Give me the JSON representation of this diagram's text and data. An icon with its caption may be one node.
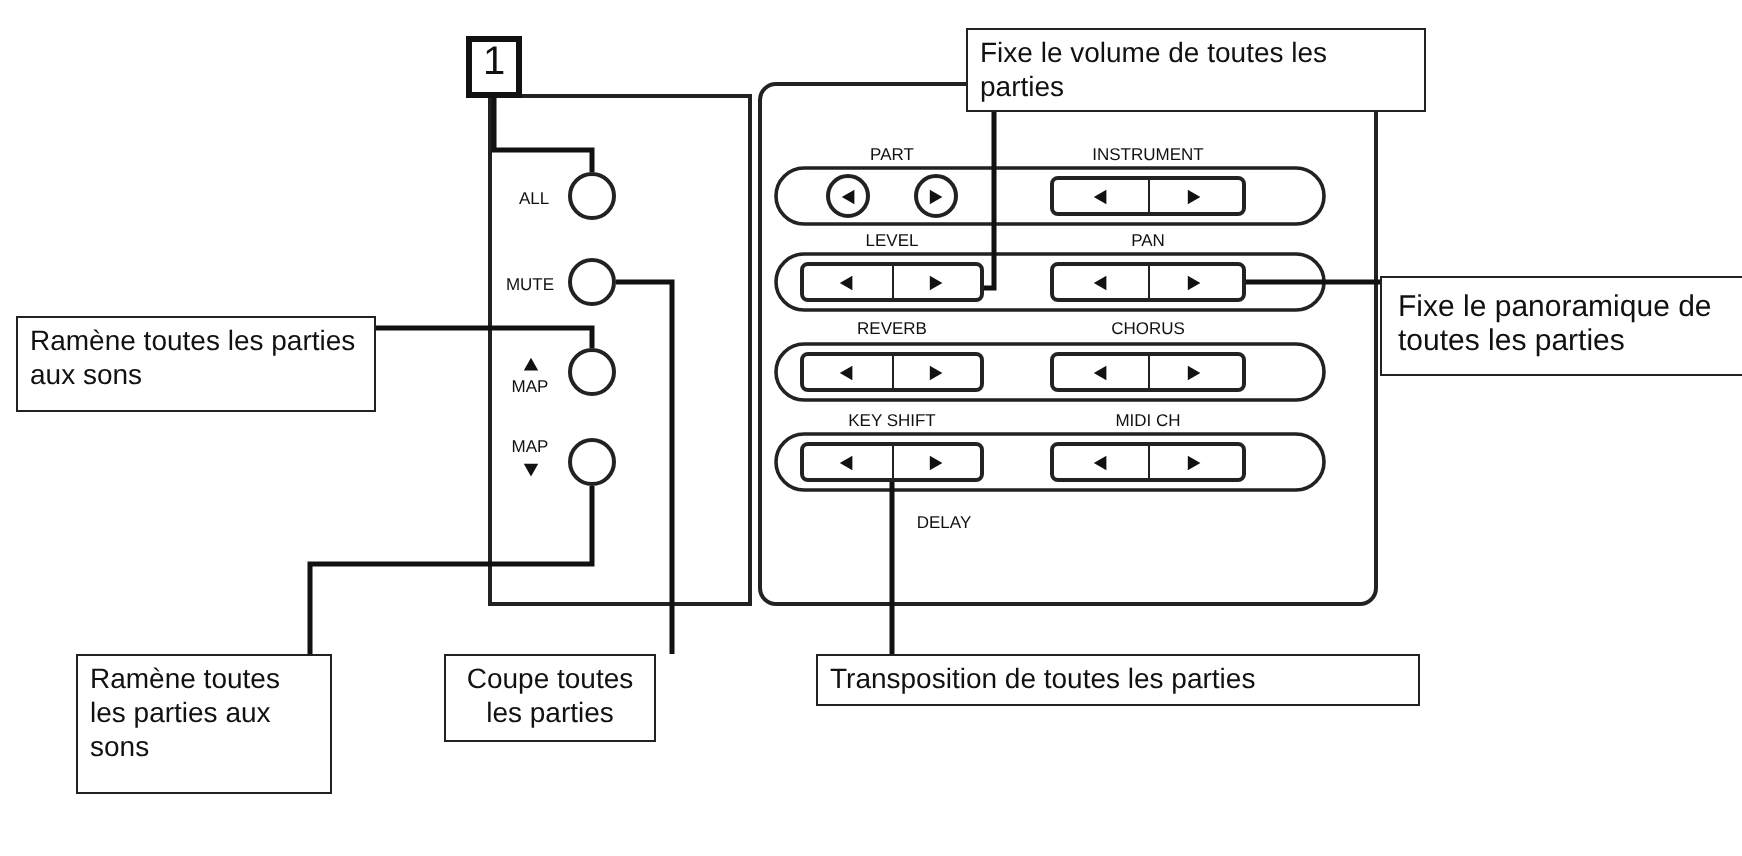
{
  "diagram": {
    "nodes": [
      {
        "text": [
          "1"
        ]
      },
      {
        "text": [
          "Fixe le volume de toutes les parties"
        ]
      },
      {
        "text": [],
        "shape": "circle",
        "beside": [
          "ALL"
        ]
      },
      {
        "text": [],
        "shape": "circle",
        "beside": [
          "MUTE"
        ]
      },
      {
        "text": [
          "Ramène toutes les parties aux sons"
        ]
      },
      {
        "text": [],
        "shape": "circle",
        "beside": [
          "MAP"
        ]
      },
      {
        "text": [],
        "shape": "circle",
        "beside": [
          "MAP"
        ]
      },
      {
        "text": [],
        "shape": "box",
        "beside": [
          "PART"
        ]
      },
      {
        "text": [],
        "shape": "box",
        "beside": [
          "INSTRUMENT"
        ]
      },
      {
        "text": [],
        "shape": "box",
        "beside": [
          "LEVEL"
        ]
      },
      {
        "text": [],
        "shape": "box",
        "beside": [
          "PAN"
        ]
      },
      {
        "text": [
          "Fixe le panoramique de toutes les parties"
        ]
      },
      {
        "text": [],
        "shape": "box",
        "beside": [
          "REVERB"
        ]
      },
      {
        "text": [],
        "shape": "box",
        "beside": [
          "CHORUS"
        ]
      },
      {
        "text": [],
        "shape": "box",
        "beside": [
          "KEY SHIFT",
          "DELAY"
        ]
      },
      {
        "text": [],
        "shape": "box",
        "beside": [
          "MIDI CH"
        ]
      },
      {
        "text": [
          "Ramène toutes les parties aux sons"
        ]
      },
      {
        "text": [
          "Coupe toutes les parties"
        ]
      },
      {
        "text": [
          "Transposition de toutes les parties"
        ]
      }
    ],
    "edges": [
      {
        "from": 0,
        "to": 2,
        "arrow": "none"
      },
      {
        "from": 1,
        "to": 9,
        "arrow": "none"
      },
      {
        "from": 11,
        "to": 10,
        "arrow": "none"
      },
      {
        "from": 4,
        "to": 5,
        "arrow": "none"
      },
      {
        "from": 16,
        "to": 6,
        "arrow": "none"
      },
      {
        "from": 17,
        "to": 3,
        "arrow": "none"
      },
      {
        "from": 18,
        "to": 14,
        "arrow": "none"
      }
    ]
  }
}
